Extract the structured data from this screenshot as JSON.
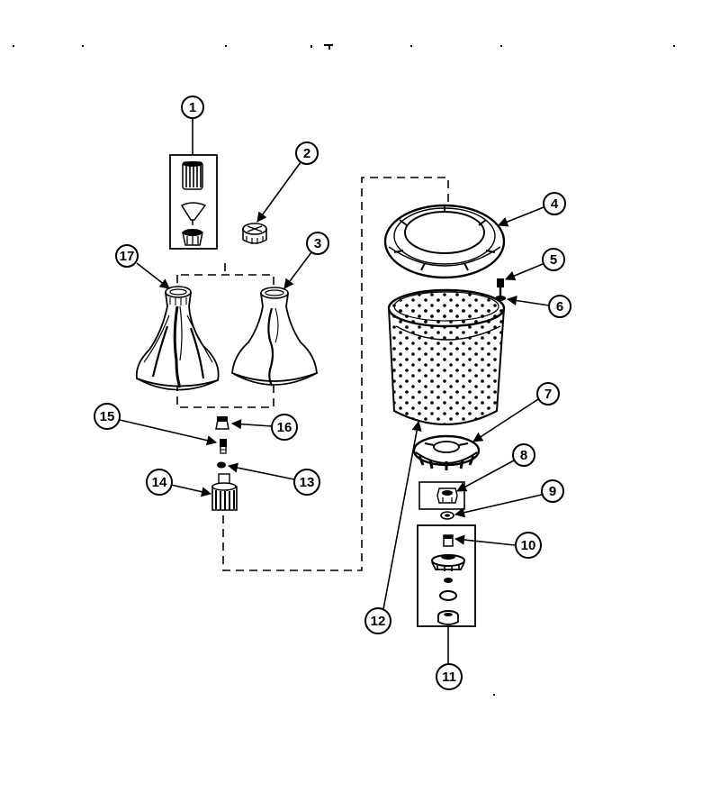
{
  "diagram": {
    "type": "exploded-parts-diagram",
    "colors": {
      "ink": "#000000",
      "paper": "#ffffff"
    },
    "callouts": [
      {
        "id": "c1",
        "label": "1"
      },
      {
        "id": "c2",
        "label": "2"
      },
      {
        "id": "c3",
        "label": "3"
      },
      {
        "id": "c4",
        "label": "4"
      },
      {
        "id": "c5",
        "label": "5"
      },
      {
        "id": "c6",
        "label": "6"
      },
      {
        "id": "c7",
        "label": "7"
      },
      {
        "id": "c8",
        "label": "8"
      },
      {
        "id": "c9",
        "label": "9"
      },
      {
        "id": "c10",
        "label": "10"
      },
      {
        "id": "c11",
        "label": "11"
      },
      {
        "id": "c12",
        "label": "12"
      },
      {
        "id": "c13",
        "label": "13"
      },
      {
        "id": "c14",
        "label": "14"
      },
      {
        "id": "c15",
        "label": "15"
      },
      {
        "id": "c16",
        "label": "16"
      },
      {
        "id": "c17",
        "label": "17"
      }
    ]
  }
}
